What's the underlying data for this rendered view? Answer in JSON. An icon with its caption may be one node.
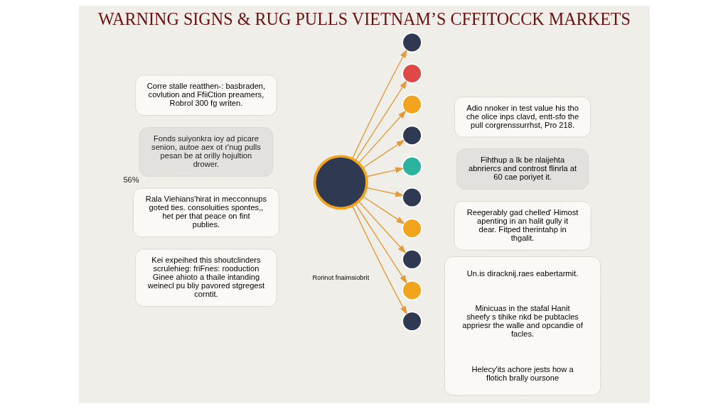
{
  "diagram": {
    "title": "WARNING SIGNS & RUG PULLS VIETNAM’S CFFITOCCK MARKETS",
    "nodes": [
      {
        "text": [
          "Corre stalle reatthen-: basbraden, covlution and FfiiCtion preamers, Robrol 300 fg writen."
        ]
      },
      {
        "text": [
          "Fonds suiyonkra ioy ad picare senion, autoe aex ot r'nug pulls pesan be at orilly hojultion drower."
        ],
        "beside": [
          "56%"
        ]
      },
      {
        "text": [
          "Rala Viehians'hirat in mecconnups goted ties. consoluities spontes,, het per that peace on fint publies."
        ]
      },
      {
        "text": [
          "Kei expeihed this shoutclinders scrulehieg: friFnes: rooduction Ginee ahioto a thaile intanding weinecl pu bliy pavored stgregest corntit."
        ]
      },
      {
        "text": [
          "Adio nnoker in test value his tho che olice inps clavd, entt-sfo the pull corgrenssurrhst, Pro 218."
        ]
      },
      {
        "text": [
          "Fihthup a Ik be nlaijehta abnriercs and controst flinrla at 60 cae poriyet it."
        ]
      },
      {
        "text": [
          "Reegerably gad chelled' Himost apenting in an halit gully it dear. Fitped therintahp in thgalit."
        ]
      },
      {
        "text": [],
        "shape": "box"
      },
      {
        "text": [
          "Un.is diracknij.raes eabertarmit."
        ],
        "in": 7
      },
      {
        "text": [
          "Minicuas in the stafal Hanit sheefy s tihike nkd be pubtacles appriesr the walle and opcandie of facles."
        ],
        "in": 7
      },
      {
        "text": [
          "Helecy'its achore jests how a flotich brally oursone"
        ],
        "in": 7
      },
      {
        "text": [],
        "shape": "circle"
      },
      {
        "text": [],
        "shape": "circle"
      },
      {
        "text": [],
        "shape": "circle"
      },
      {
        "text": [],
        "shape": "circle"
      },
      {
        "text": [],
        "shape": "circle"
      },
      {
        "text": [],
        "shape": "circle"
      },
      {
        "text": [],
        "shape": "circle"
      },
      {
        "text": [],
        "shape": "circle"
      },
      {
        "text": [],
        "shape": "circle"
      },
      {
        "text": [],
        "shape": "circle"
      },
      {
        "text": [],
        "shape": "circle"
      }
    ],
    "edges": [
      {
        "from": 11,
        "to": 12,
        "arrow": "to"
      },
      {
        "from": 11,
        "to": 13,
        "arrow": "to"
      },
      {
        "from": 11,
        "to": 14,
        "arrow": "to"
      },
      {
        "from": 11,
        "to": 15,
        "arrow": "to"
      },
      {
        "from": 11,
        "to": 16,
        "arrow": "to"
      },
      {
        "from": 11,
        "to": 17,
        "arrow": "to"
      },
      {
        "from": 11,
        "to": 18,
        "arrow": "to"
      },
      {
        "from": 11,
        "to": 19,
        "arrow": "to"
      },
      {
        "from": 11,
        "to": 20,
        "arrow": "to"
      },
      {
        "from": 11,
        "to": 21,
        "arrow": "to"
      }
    ],
    "labels": [
      "Rorinot fnaimsiobrit"
    ]
  }
}
